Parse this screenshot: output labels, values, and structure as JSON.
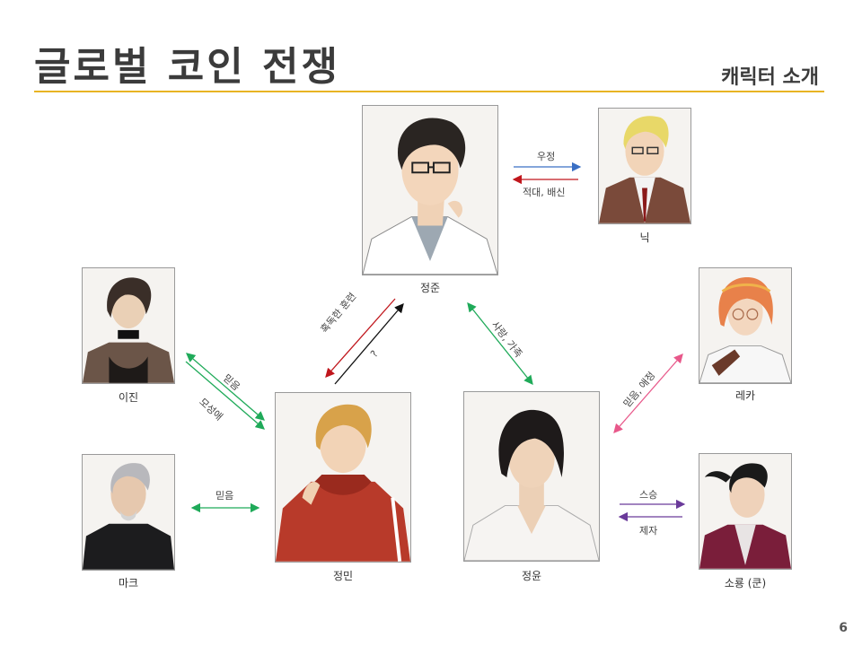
{
  "header": {
    "title": "글로벌 코인 전쟁",
    "subtitle": "캐릭터 소개"
  },
  "page_number": "6",
  "characters": {
    "jeongjun": {
      "name": "정준"
    },
    "nick": {
      "name": "닉"
    },
    "ijin": {
      "name": "이진"
    },
    "reka": {
      "name": "레카"
    },
    "jeongmin": {
      "name": "정민"
    },
    "jeongyun": {
      "name": "정윤"
    },
    "mark": {
      "name": "마크"
    },
    "soryong": {
      "name": "소룡 (쿤)"
    }
  },
  "relations": {
    "friendship": "우정",
    "hostility": "적대, 배신",
    "harsh_training": "혹독한 훈련",
    "question": "?",
    "love_family": "사랑, 가족",
    "trust_ijin": "믿음",
    "maternal": "모성애",
    "trust_mark": "믿음",
    "trust_love": "믿음, 애정",
    "teacher": "스승",
    "disciple": "제자"
  },
  "colors": {
    "accent": "#e8b423",
    "blue": "#3a6fc4",
    "red": "#c0161c",
    "black": "#111111",
    "green": "#1faa59",
    "pink": "#e8588a",
    "purple": "#6a3a9a"
  }
}
